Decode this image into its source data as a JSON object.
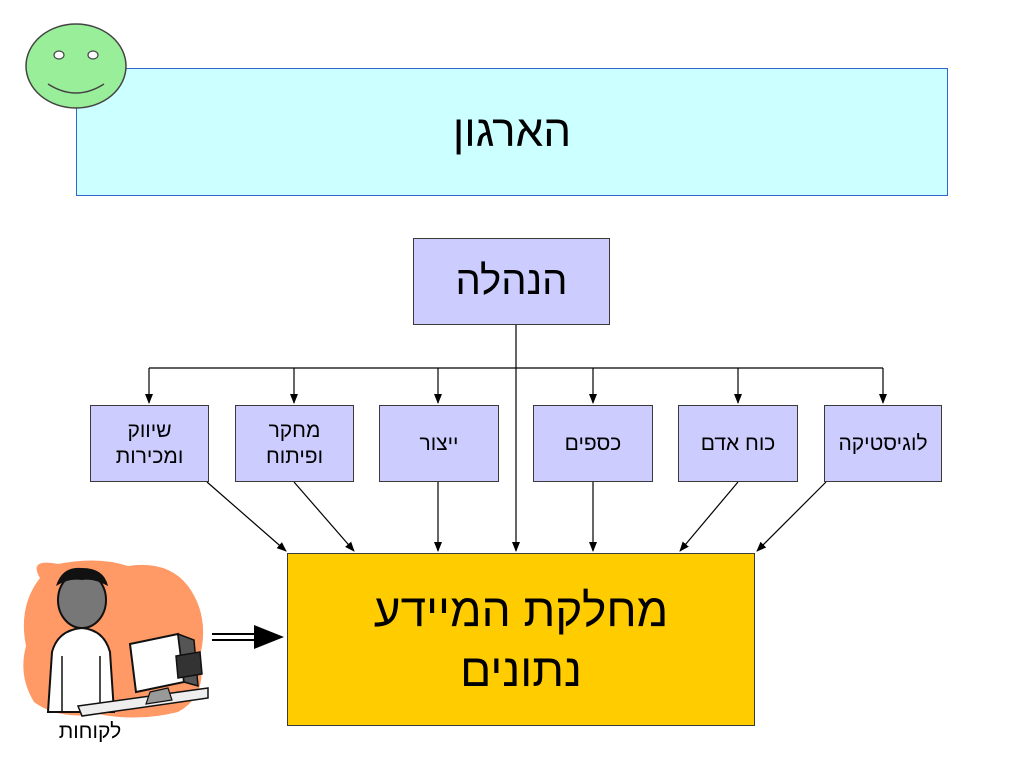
{
  "title": "הארגון",
  "management": "הנהלה",
  "departments": [
    {
      "line1": "לוגיסטיקה",
      "line2": ""
    },
    {
      "line1": "כוח אדם",
      "line2": ""
    },
    {
      "line1": "כספים",
      "line2": ""
    },
    {
      "line1": "ייצור",
      "line2": ""
    },
    {
      "line1": "מחקר",
      "line2": "ופיתוח"
    },
    {
      "line1": "שיווק",
      "line2": "ומכירות"
    }
  ],
  "info_department": {
    "line1": "מחלקת המיידע",
    "line2": "נתונים"
  },
  "customers_label": "לקוחות",
  "colors": {
    "banner": "#ccffff",
    "department": "#ccccff",
    "info": "#ffcc00",
    "smiley": "#99ee99",
    "clipart_blob": "#ff9966"
  }
}
